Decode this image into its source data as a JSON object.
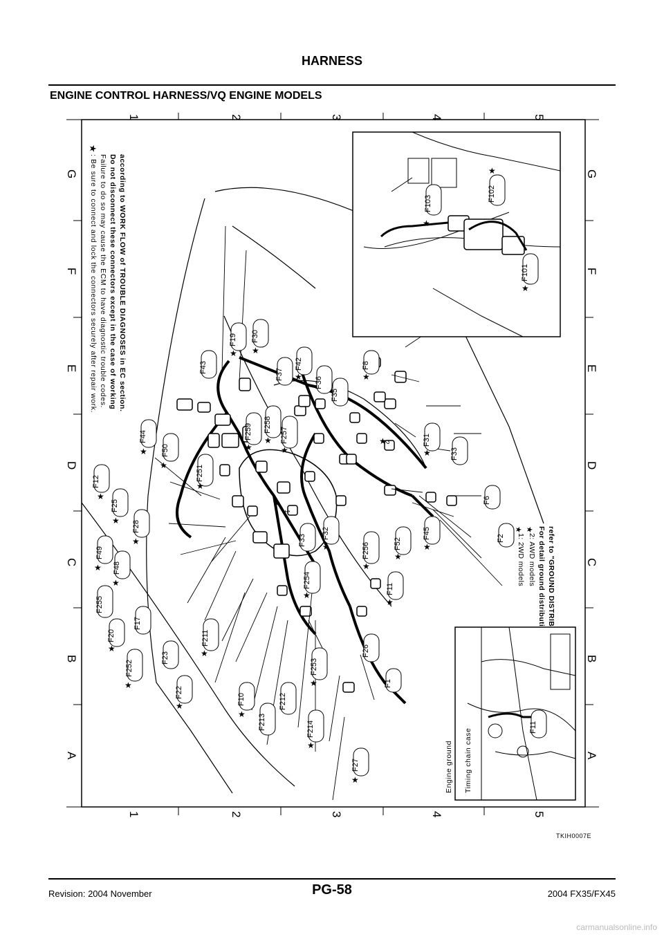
{
  "header": {
    "section": "HARNESS",
    "subtitle": "ENGINE CONTROL HARNESS/VQ ENGINE MODELS"
  },
  "grid": {
    "numbers": [
      "1",
      "2",
      "3",
      "4",
      "5"
    ],
    "letters": [
      "G",
      "F",
      "E",
      "D",
      "C",
      "B",
      "A"
    ]
  },
  "notes": {
    "star_note": ": Be sure to connect and lock the connectors securely after repair work.",
    "line2": "Failure to do so may cause the ECM to have diagnostic trouble codes.",
    "line3": "Do not disconnect these connectors except in the case of working",
    "line4": "according to WORK FLOW of TROUBLE DIAGNOSES in EC section.",
    "model1": "1:  2WD  models",
    "model2": "2:  AWD  models",
    "ground1": "For detail ground distribution information,",
    "ground2": "refer to \"GROUND DISTRIBUTION\"."
  },
  "inset": {
    "engine_ground": "Engine  ground",
    "timing_case": "Timing  chain  case",
    "f11": "F11",
    "f101": "F101",
    "f102": "F102",
    "f103": "F103"
  },
  "connectors": [
    "F44",
    "F50",
    "F12",
    "F25",
    "F28",
    "F49",
    "F48",
    "F255",
    "F20",
    "F252",
    "F17",
    "F23",
    "F22",
    "F211",
    "F10",
    "F213",
    "F212",
    "F214",
    "F27",
    "F253",
    "F26",
    "F1",
    "F43",
    "F19",
    "F30",
    "F251",
    "F259",
    "F258",
    "F257",
    "F37",
    "F42",
    "F36",
    "F35",
    "F8",
    "F31",
    "F33",
    "F6",
    "F2",
    "F45",
    "F52",
    "F256",
    "F11",
    "F32",
    "F33",
    "F254"
  ],
  "markers": {
    "m1": "1",
    "m2": "2"
  },
  "image_id": "TKIH0007E",
  "footer": {
    "left": "Revision: 2004 November",
    "center": "PG-58",
    "right": "2004 FX35/FX45"
  },
  "watermark": "carmanualsonline.info"
}
